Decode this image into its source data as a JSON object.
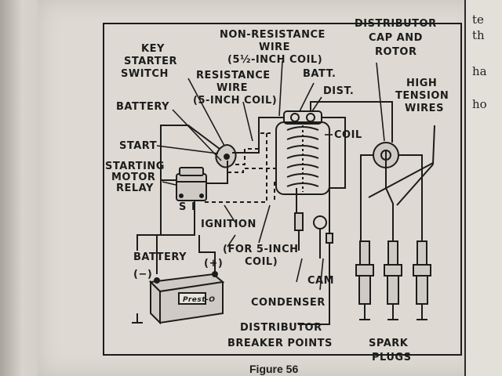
{
  "figure_caption": "Figure 56",
  "labels": {
    "non_resistance_wire": [
      "NON-RESISTANCE",
      "WIRE",
      "(5½-INCH COIL)"
    ],
    "distributor_cap": [
      "DISTRIBUTOR",
      "CAP AND",
      "ROTOR"
    ],
    "key_starter_switch": [
      "KEY",
      "STARTER",
      "SWITCH"
    ],
    "resistance_wire": [
      "RESISTANCE",
      "WIRE",
      "(5-INCH COIL)"
    ],
    "batt": "BATT.",
    "dist": "DIST.",
    "high_tension_wires": [
      "HIGH",
      "TENSION",
      "WIRES"
    ],
    "battery_top": "BATTERY",
    "coil": "COIL",
    "start": "START",
    "starting_motor_relay": [
      "STARTING",
      "MOTOR",
      "RELAY"
    ],
    "s_terminal": "S",
    "i_terminal": "I",
    "ignition": "IGNITION",
    "battery_bottom": "BATTERY",
    "plus": "(+)",
    "minus": "(−)",
    "for_5_inch_coil": [
      "(FOR 5-INCH",
      "COIL)"
    ],
    "cam": "CAM",
    "condenser": "CONDENSER",
    "distributor_breaker_points": [
      "DISTRIBUTOR",
      "BREAKER POINTS"
    ],
    "spark_plugs": [
      "SPARK",
      "PLUGS"
    ],
    "battery_brand": "Prest-O"
  },
  "right_page_fragments": [
    "te",
    "th",
    "ha",
    "ho"
  ]
}
